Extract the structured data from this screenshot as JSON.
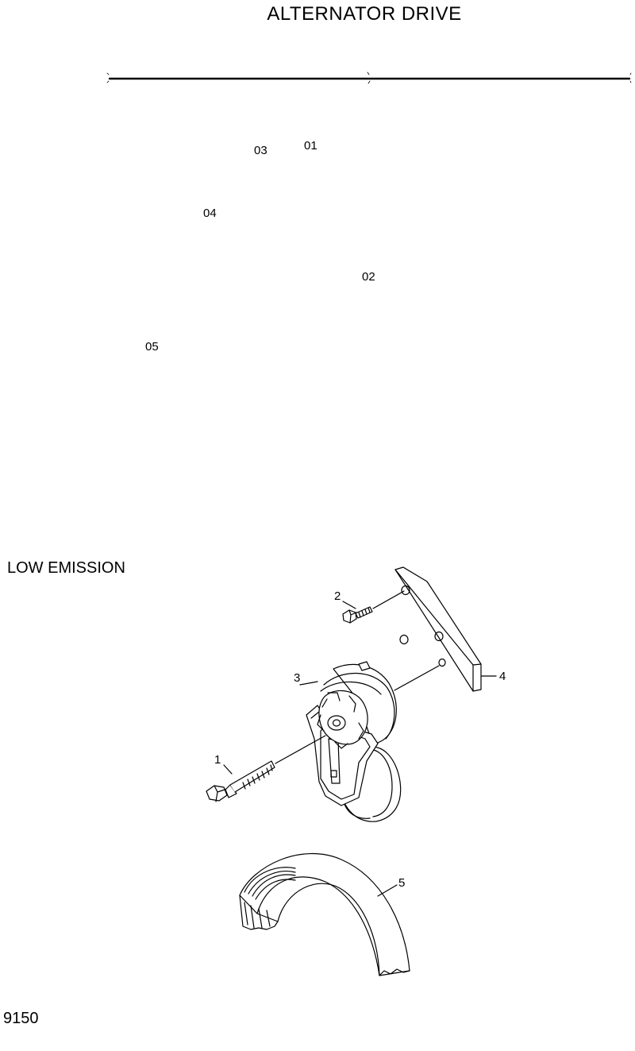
{
  "title": "ALTERNATOR DRIVE",
  "top_callouts": [
    "01",
    "02",
    "03",
    "04",
    "05"
  ],
  "section_label": "LOW EMISSION",
  "part_callouts": [
    "1",
    "2",
    "3",
    "4",
    "5"
  ],
  "page_number": "9150"
}
